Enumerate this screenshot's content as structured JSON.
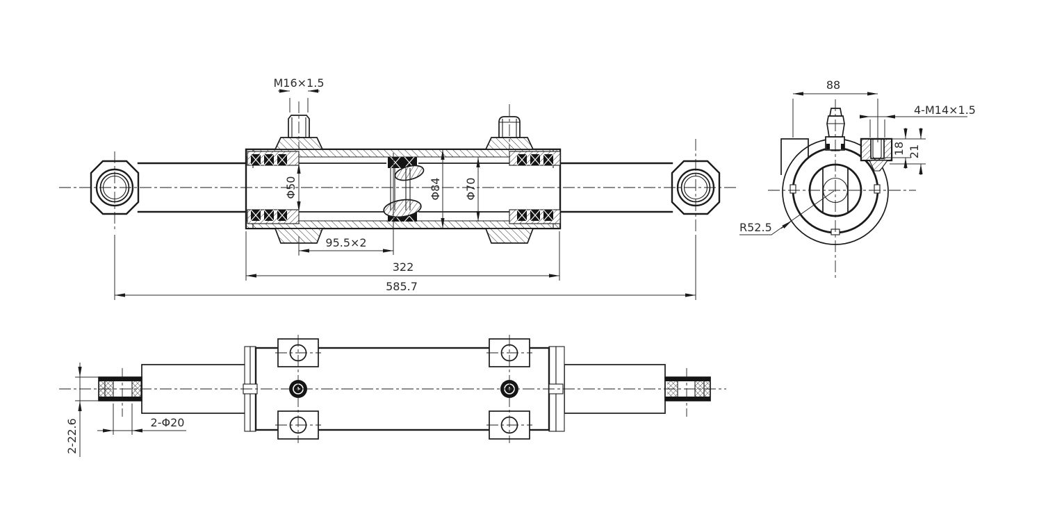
{
  "drawing": {
    "type": "engineering-drawing",
    "subject": "double-rod hydraulic cylinder",
    "colors": {
      "line": "#1b1b1b",
      "background": "#ffffff"
    },
    "views": {
      "main": "main-section-view",
      "end": "end-view",
      "plan": "plan-view"
    },
    "dimensions": {
      "port_thread": "M16×1.5",
      "rod_diameter": "Φ50",
      "outer_diameter": "Φ84",
      "bore_diameter": "Φ70",
      "stroke": "95.5×2",
      "body_length": "322",
      "overall_length": "585.7",
      "head_width": "88",
      "mounting_thread": "4-M14×1.5",
      "thread_depth": "18",
      "boss_depth": "21",
      "head_radius": "R52.5",
      "eye_thickness": "2-22.6",
      "eye_bore": "2-Φ20"
    }
  }
}
